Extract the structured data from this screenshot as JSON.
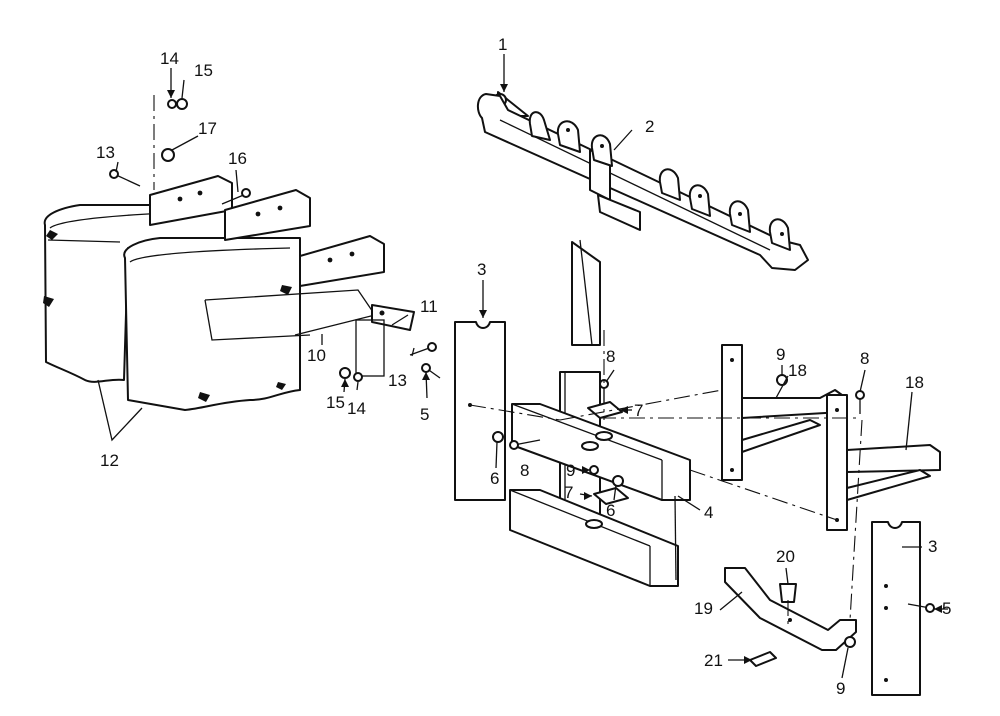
{
  "callouts": {
    "c1": "1",
    "c2": "2",
    "c3a": "3",
    "c3b": "3",
    "c4": "4",
    "c5a": "5",
    "c5b": "5",
    "c6a": "6",
    "c6b": "6",
    "c7a": "7",
    "c7b": "7",
    "c8a": "8",
    "c8b": "8",
    "c8c": "8",
    "c9a": "9",
    "c9b": "9",
    "c9c": "9",
    "c10": "10",
    "c11": "11",
    "c12": "12",
    "c13a": "13",
    "c13b": "13",
    "c14a": "14",
    "c14b": "14",
    "c15a": "15",
    "c15b": "15",
    "c16": "16",
    "c17": "17",
    "c18a": "18",
    "c18b": "18",
    "c19": "19",
    "c20": "20",
    "c21": "21"
  },
  "footer_text": "",
  "colors": {
    "ink": "#111111",
    "paper": "#ffffff"
  }
}
